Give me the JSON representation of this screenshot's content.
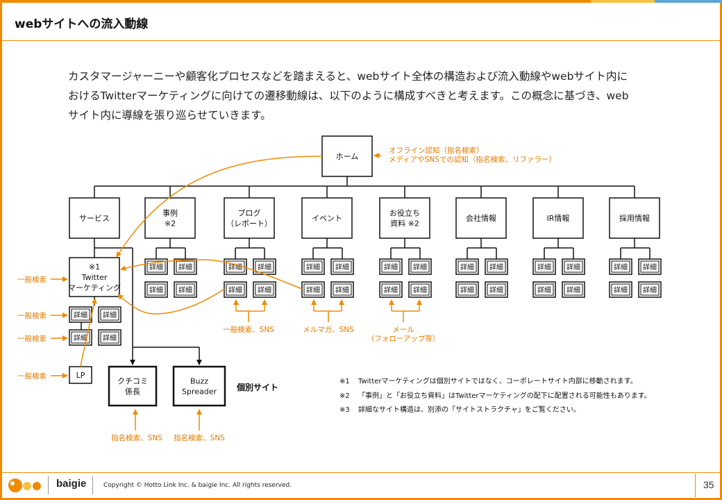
{
  "page_title": "webサイトへの流入動線",
  "intro_lines": [
    "カスタマージャーニーや顧客化プロセスなどを踏まえると、webサイト全体の構造および流入動線やwebサイト内に",
    "おけるTwitterマーケティングに向けての遷移動線は、以下のように構成すべきと考えます。この概念に基づき、web",
    "サイト内に導線を張り巡らせていきます。"
  ],
  "home": {
    "label": "ホーム",
    "annotations": [
      "オフライン認知（指名検索）",
      "メディアやSNSでの認知（指名検索、リファラー）"
    ]
  },
  "categories": [
    {
      "lines": [
        "サービス"
      ]
    },
    {
      "lines": [
        "事例",
        "※2"
      ]
    },
    {
      "lines": [
        "ブログ",
        "（レポート）"
      ]
    },
    {
      "lines": [
        "イベント"
      ]
    },
    {
      "lines": [
        "お役立ち",
        "資料 ※2"
      ]
    },
    {
      "lines": [
        "会社情報"
      ]
    },
    {
      "lines": [
        "IR情報"
      ]
    },
    {
      "lines": [
        "採用情報"
      ]
    }
  ],
  "detail_label": "詳細",
  "twitter_box": [
    "※1",
    "Twitter",
    "マーケティング"
  ],
  "lp_label": "LP",
  "left_sources": [
    "一般検索",
    "一般検索",
    "一般検索",
    "一般検索"
  ],
  "bottom_sources": [
    {
      "lines": [
        "一般検索、SNS"
      ]
    },
    {
      "lines": [
        "メルマガ、SNS"
      ]
    },
    {
      "lines": [
        "メール",
        "（フォローアップ等）"
      ]
    }
  ],
  "sites": [
    {
      "lines": [
        "クチコミ",
        "係長"
      ],
      "source": "指名検索、SNS"
    },
    {
      "lines": [
        "Buzz",
        "Spreader"
      ],
      "source": "指名検索、SNS"
    }
  ],
  "sites_label": "個別サイト",
  "notes": [
    {
      "mark": "※1",
      "text": "Twitterマーケティングは個別サイトではなく、コーポレートサイト内部に移動されます。"
    },
    {
      "mark": "※2",
      "text": "「事例」と「お役立ち資料」はTwitterマーケティングの配下に配置される可能性もあります。"
    },
    {
      "mark": "※3",
      "text": "詳細なサイト構造は、別添の「サイトストラクチャ」をご覧ください。"
    }
  ],
  "footer": {
    "logo1": "hotto link",
    "logo2": "baigie",
    "copyright": "Copyright © Hotto Link Inc. & baigie Inc. All rights reserved.",
    "page_number": "35"
  },
  "colors": {
    "accent": "#f08a00",
    "line": "#111111",
    "orange_text": "#e07b00"
  }
}
